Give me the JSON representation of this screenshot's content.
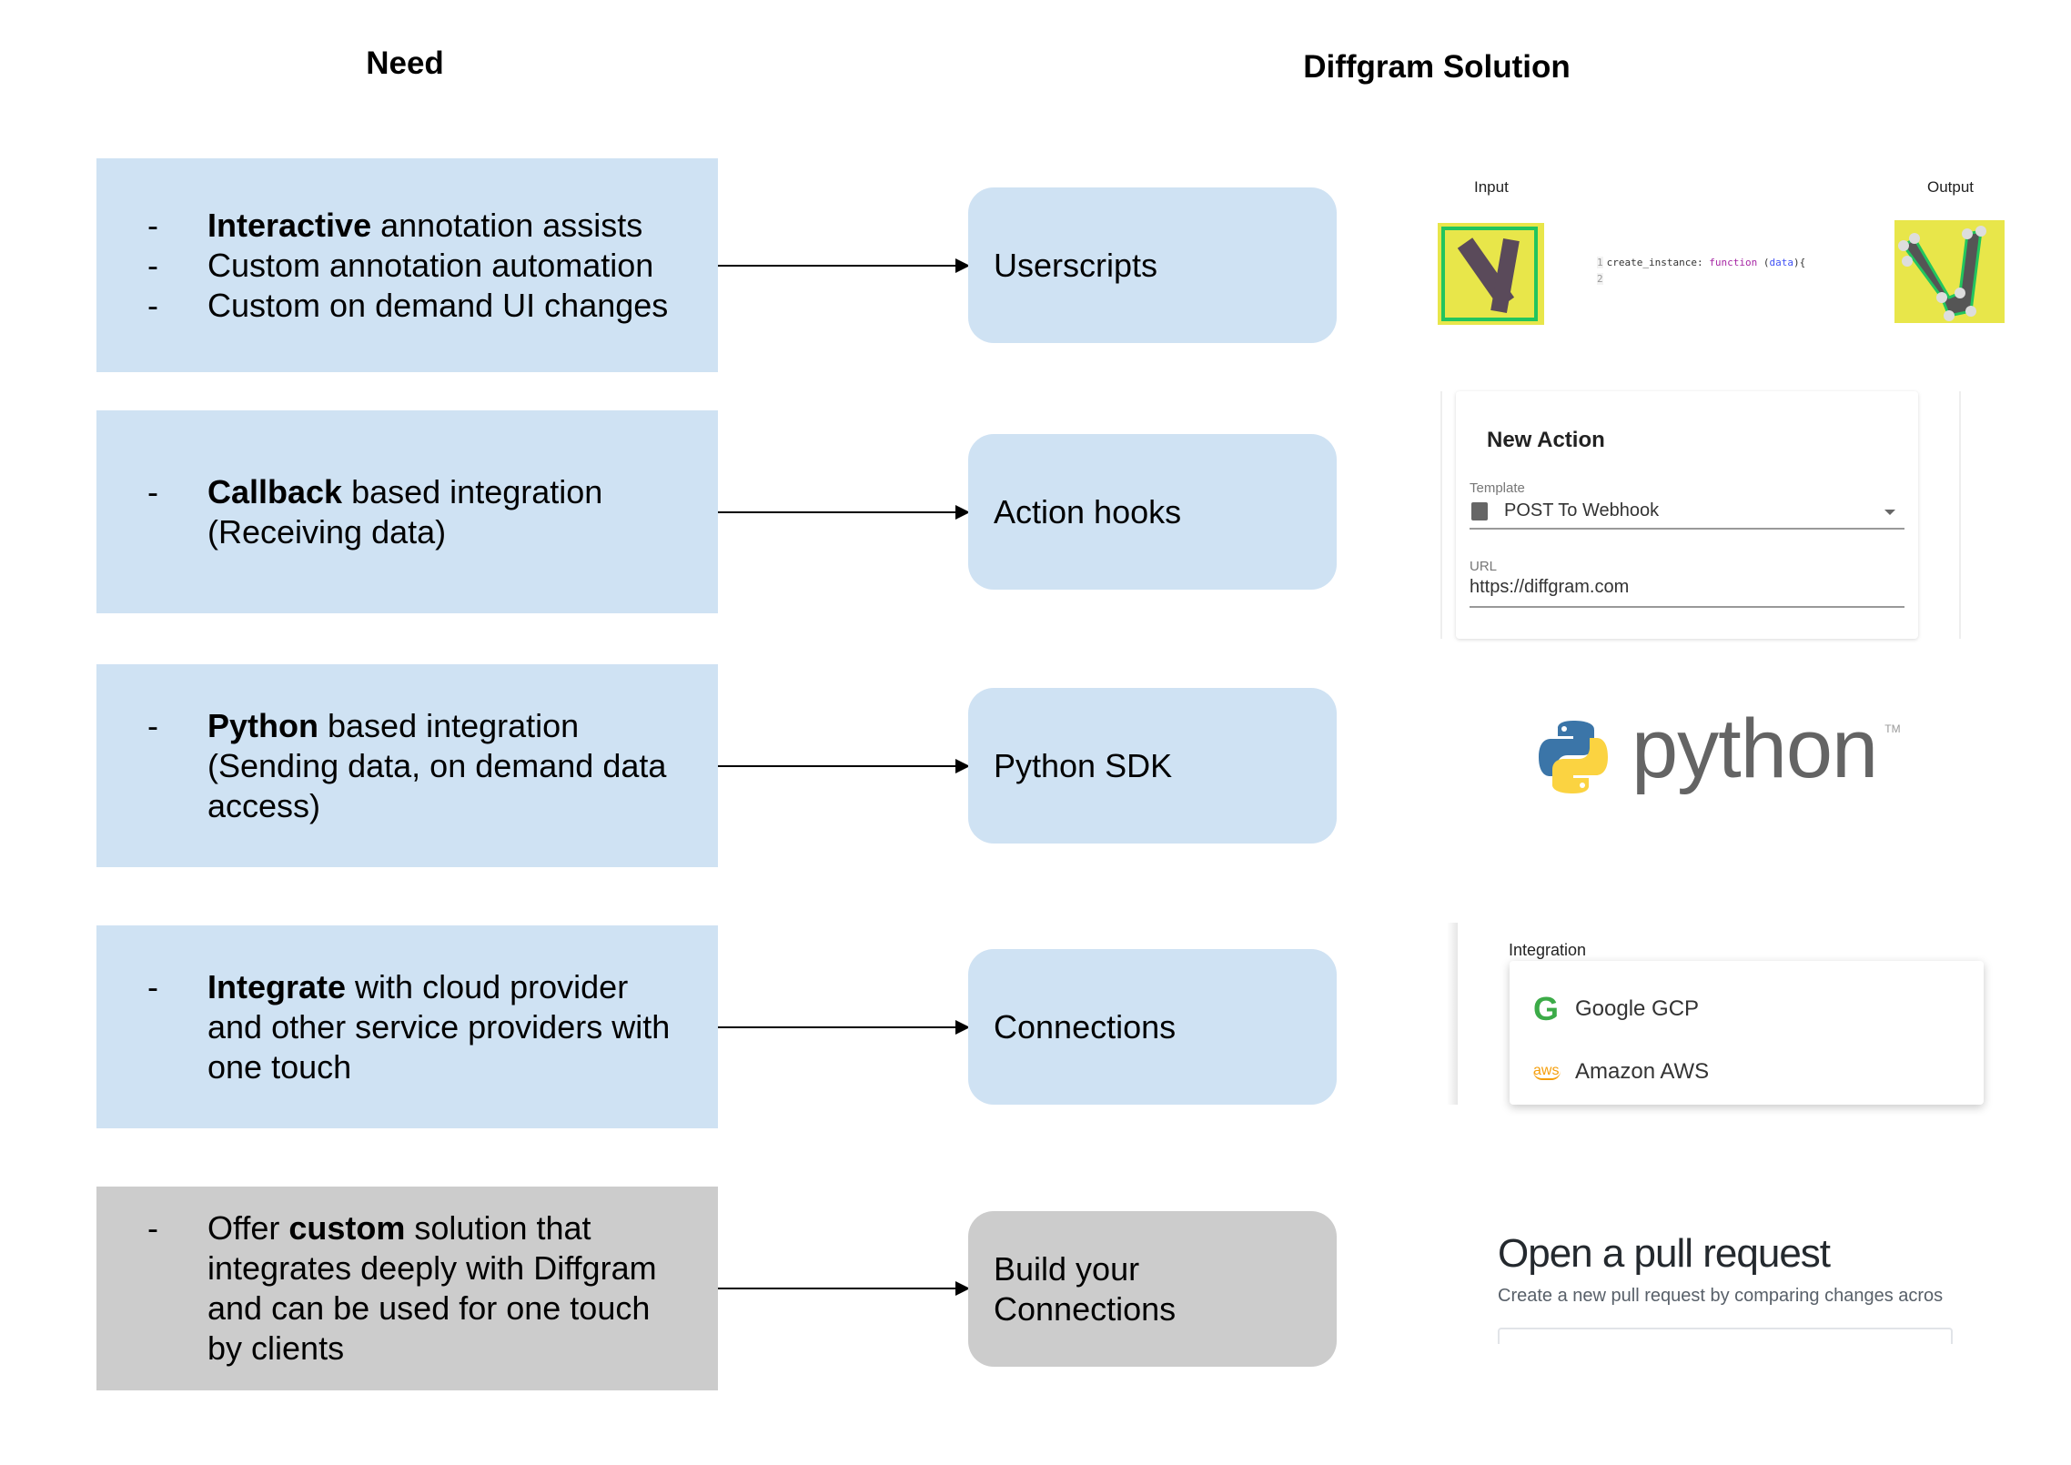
{
  "headers": {
    "need": "Need",
    "solution": "Diffgram Solution"
  },
  "colors": {
    "blue": "#cfe2f3",
    "gray": "#cccccc"
  },
  "rows": [
    {
      "color": "blue",
      "solution": "Userscripts",
      "lines": [
        {
          "dash": true,
          "bold": "Interactive",
          "text": " annotation assists"
        },
        {
          "dash": true,
          "text": "Custom annotation automation"
        },
        {
          "dash": true,
          "text": "Custom on demand UI changes"
        }
      ]
    },
    {
      "color": "blue",
      "solution": "Action hooks",
      "lines": [
        {
          "dash": true,
          "bold": "Callback",
          "text": " based integration"
        },
        {
          "text": "(Receiving data)"
        }
      ]
    },
    {
      "color": "blue",
      "solution": "Python SDK",
      "lines": [
        {
          "dash": true,
          "bold": "Python",
          "text": " based integration"
        },
        {
          "text": "(Sending data, on demand data"
        },
        {
          "text": "access)"
        }
      ]
    },
    {
      "color": "blue",
      "solution": "Connections",
      "lines": [
        {
          "dash": true,
          "bold": "Integrate",
          "text": " with cloud provider"
        },
        {
          "text": "and other service providers with"
        },
        {
          "text": "one touch"
        }
      ]
    },
    {
      "color": "gray",
      "solution": "Build your\nConnections",
      "lines": [
        {
          "dash": true,
          "pre": "Offer ",
          "bold": "custom",
          "text": " solution that"
        },
        {
          "text": "integrates deeply with Diffgram"
        },
        {
          "text": "and can be used for one touch"
        },
        {
          "text": "by clients"
        }
      ]
    }
  ],
  "userscripts": {
    "input_label": "Input",
    "output_label": "Output",
    "code_line_numbers": [
      "1",
      "2"
    ],
    "code_name": "create_instance: ",
    "code_keyword": "function",
    "code_arg": "data",
    "code_open": " (",
    "code_close": "){"
  },
  "action": {
    "title": "New Action",
    "template_label": "Template",
    "template_value": "POST To Webhook",
    "url_label": "URL",
    "url_value": "https://diffgram.com"
  },
  "python": {
    "wordmark": "python",
    "tm": "TM"
  },
  "connections": {
    "label": "Integration",
    "items": [
      {
        "name": "Google GCP",
        "icon": "google-g-icon"
      },
      {
        "name": "Amazon AWS",
        "icon": "aws-icon",
        "icon_text": "aws"
      }
    ]
  },
  "pull_request": {
    "title": "Open a pull request",
    "subtitle": "Create a new pull request by comparing changes acros"
  }
}
